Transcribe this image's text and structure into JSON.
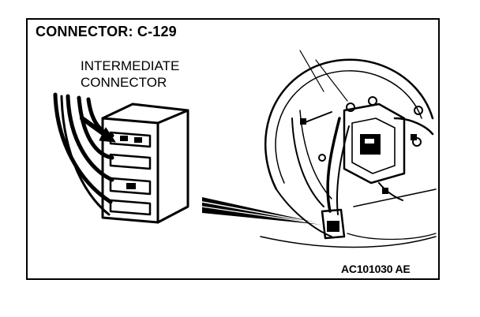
{
  "diagram": {
    "title": "CONNECTOR: C-129",
    "callout": {
      "line1": "INTERMEDIATE",
      "line2": "CONNECTOR"
    },
    "figure_code": "AC101030 AE"
  },
  "colors": {
    "ink": "#000000",
    "paper": "#ffffff"
  }
}
